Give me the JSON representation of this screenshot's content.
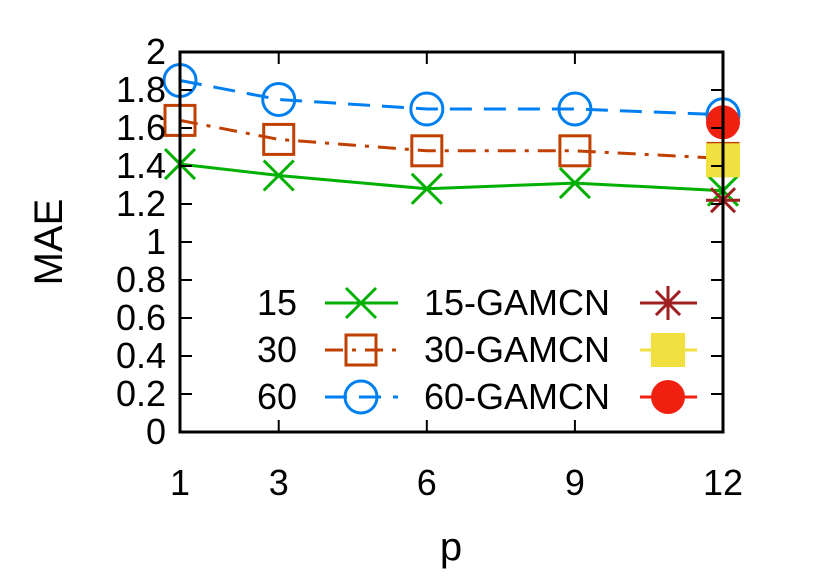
{
  "chart_data": {
    "type": "line",
    "xlabel": "p",
    "ylabel": "MAE",
    "categories": [
      "1",
      "3",
      "6",
      "9",
      "12"
    ],
    "ylim": [
      0,
      2
    ],
    "yticks": [
      "0",
      "0.2",
      "0.4",
      "0.6",
      "0.8",
      "1",
      "1.2",
      "1.4",
      "1.6",
      "1.8",
      "2"
    ],
    "grid": false,
    "legend_position": "bottom-center",
    "series": [
      {
        "name": "15",
        "values": [
          1.41,
          1.35,
          1.28,
          1.31,
          1.27
        ],
        "color": "#00b000",
        "marker": "x",
        "dash": "solid"
      },
      {
        "name": "30",
        "values": [
          1.64,
          1.54,
          1.48,
          1.48,
          1.44
        ],
        "color": "#c04000",
        "marker": "open-square",
        "dash": "dash-dot"
      },
      {
        "name": "60",
        "values": [
          1.85,
          1.75,
          1.7,
          1.7,
          1.67
        ],
        "color": "#0080f0",
        "marker": "open-circle",
        "dash": "dashed"
      }
    ],
    "gamcn_points": [
      {
        "name": "15-GAMCN",
        "x": "12",
        "y": 1.22,
        "color": "#a02020",
        "marker": "asterisk"
      },
      {
        "name": "30-GAMCN",
        "x": "12",
        "y": 1.43,
        "color": "#f0e040",
        "marker": "filled-square"
      },
      {
        "name": "60-GAMCN",
        "x": "12",
        "y": 1.63,
        "color": "#f02010",
        "marker": "filled-circle"
      }
    ]
  }
}
